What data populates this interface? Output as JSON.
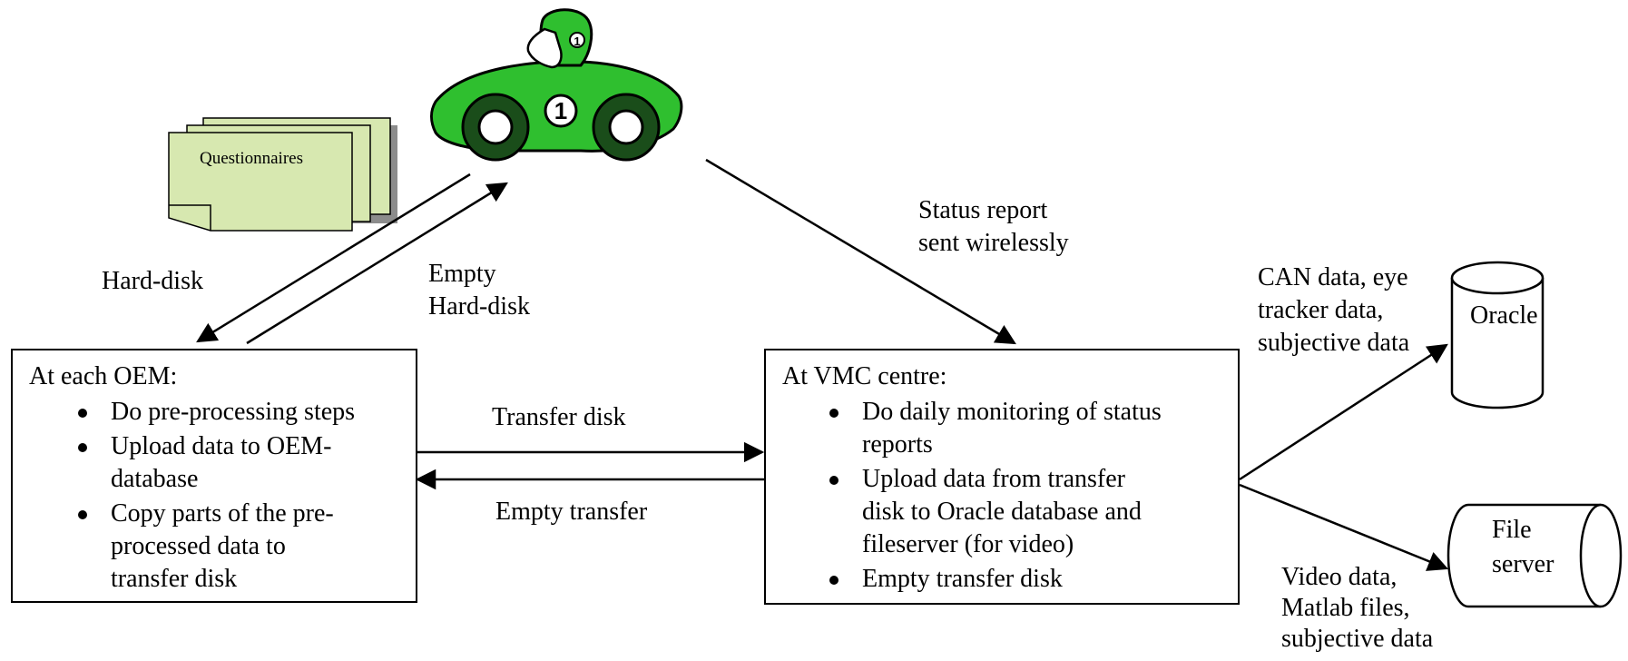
{
  "car_number": "1",
  "helmet_number": "1",
  "questionnaires_label": "Questionnaires",
  "edge_labels": {
    "hard_disk": "Hard-disk",
    "empty_hard_disk_line1": "Empty",
    "empty_hard_disk_line2": "Hard-disk",
    "status_report_line1": "Status report",
    "status_report_line2": "sent wirelessly",
    "transfer_disk": "Transfer disk",
    "empty_transfer_disk_line1": "Empty transfer",
    "can_data_line1": "CAN data, eye",
    "can_data_line2": "tracker data,",
    "can_data_line3": "subjective data",
    "video_data_line1": "Video data,",
    "video_data_line2": "Matlab files,",
    "video_data_line3": "subjective data"
  },
  "oem_box": {
    "title": "At each OEM:",
    "items": [
      {
        "line1": "Do pre-processing steps",
        "line2": "",
        "line3": ""
      },
      {
        "line1": "Upload data to OEM-",
        "line2": "database",
        "line3": ""
      },
      {
        "line1": "Copy parts of the pre-",
        "line2": "processed data to",
        "line3": "transfer disk"
      }
    ]
  },
  "vmc_box": {
    "title": "At VMC centre:",
    "items": [
      {
        "line1": "Do daily monitoring of status",
        "line2": "reports",
        "line3": ""
      },
      {
        "line1": "Upload data from transfer",
        "line2": "disk to Oracle database and",
        "line3": "fileserver (for video)"
      },
      {
        "line1": "Empty transfer disk",
        "line2": "",
        "line3": ""
      }
    ]
  },
  "oracle_label": "Oracle",
  "file_server_line1": "File",
  "file_server_line2": "server",
  "colors": {
    "car_green": "#2fbf2f",
    "wheel_dark": "#1a4d1a",
    "questionnaire_fill": "#d7e8b0",
    "shadow": "#8c8c8c"
  }
}
